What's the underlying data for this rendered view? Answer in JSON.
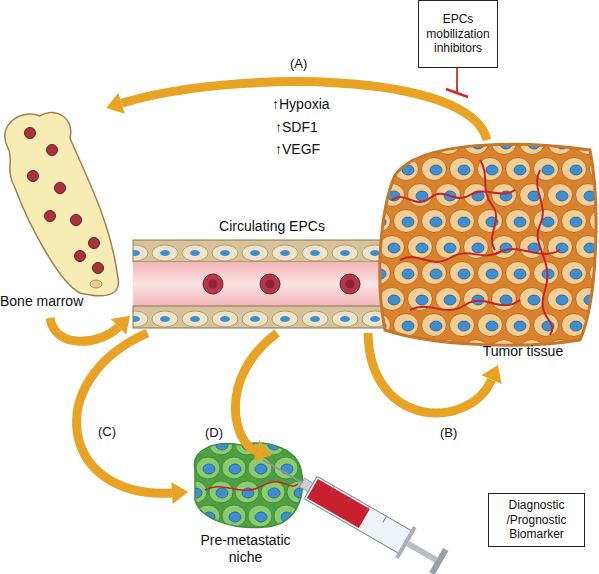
{
  "diagram": {
    "nodes": [
      {
        "text": [
          "Bone marrow"
        ]
      },
      {
        "text": [
          "Circulating EPCs"
        ]
      },
      {
        "text": [
          "Tumor tissue"
        ]
      },
      {
        "text": [
          "Pre-metastatic niche"
        ]
      },
      {
        "text": [
          "Diagnostic /Prognostic Biomarker"
        ]
      },
      {
        "text": [
          "EPCs mobilization inhibitors"
        ]
      }
    ],
    "edges": [
      {
        "from": 2,
        "to": 0,
        "arrow": "to",
        "label": "(A)"
      },
      {
        "from": 0,
        "to": 1,
        "arrow": "to"
      },
      {
        "from": 1,
        "to": 2,
        "arrow": "to",
        "label": "(B)"
      },
      {
        "from": 1,
        "to": 3,
        "arrow": "to",
        "label": "(C)"
      },
      {
        "from": 1,
        "to": 4,
        "arrow": "to",
        "label": "(D)"
      }
    ],
    "labels": [
      "↑Hypoxia",
      "↑SDF1",
      "↑VEGF"
    ]
  }
}
